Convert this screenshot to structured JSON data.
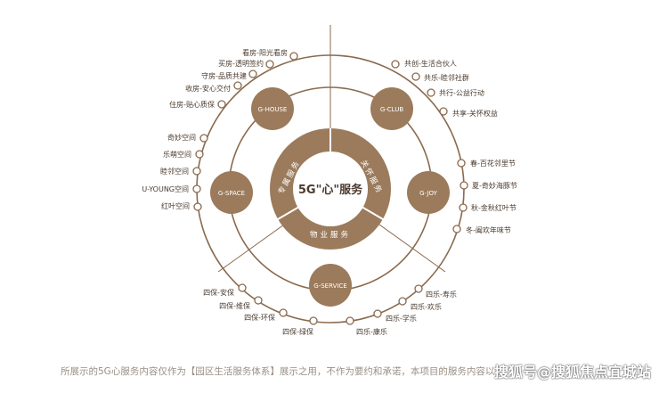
{
  "center": {
    "title": "5G\"心\"服务",
    "ring_labels": [
      "专属服务",
      "关怀服务",
      "物业服务"
    ]
  },
  "nodes": [
    {
      "key": "house",
      "label": "G-HOUSE"
    },
    {
      "key": "club",
      "label": "G-CLUB"
    },
    {
      "key": "space",
      "label": "G-SPACE"
    },
    {
      "key": "joy",
      "label": "G-JOY"
    },
    {
      "key": "service",
      "label": "G-SERVICE"
    }
  ],
  "house_items": [
    "看房-阳光看房",
    "买房-透明签约",
    "守房-品质共建",
    "收房-安心交付",
    "住房-贴心质保"
  ],
  "club_items": [
    "共创-生活合伙人",
    "共乐-睦邻社群",
    "共行-公益行动",
    "共享-关怀权益"
  ],
  "space_items": [
    "奇妙空间",
    "乐萌空间",
    "睦邻空间",
    "U-YOUNG空间",
    "红叶空间"
  ],
  "joy_items": [
    "春-百花邻里节",
    "夏-奇妙海豚节",
    "秋-金秋红叶节",
    "冬-阖欢年味节"
  ],
  "service_left_items": [
    "四保-安保",
    "四保-维保",
    "四保-环保",
    "四保-绿保"
  ],
  "service_right_items": [
    "四乐-寿乐",
    "四乐-欢乐",
    "四乐-学乐",
    "四乐-康乐"
  ],
  "footnote": "所展示的5G心服务内容仅作为【园区生活服务体系】展示之用，不作为要约和承诺，本项目的服务内容以项",
  "watermark": "搜狐号@搜狐焦点宜城站",
  "colors": {
    "brown": "#9b7b5c",
    "line": "#8a6a4e",
    "text": "#4a3a2e",
    "white": "#ffffff"
  }
}
